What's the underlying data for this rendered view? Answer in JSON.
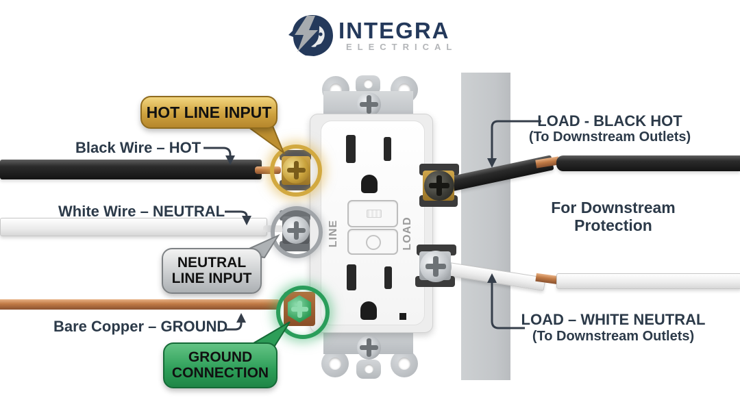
{
  "logo": {
    "title": "INTEGRA",
    "subtitle": "ELECTRICAL"
  },
  "callouts": {
    "hot_line_input": "HOT LINE INPUT",
    "neutral_line_input": [
      "NEUTRAL",
      "LINE INPUT"
    ],
    "ground_connection": [
      "GROUND",
      "CONNECTION"
    ]
  },
  "wire_labels": {
    "black_hot": "Black Wire – HOT",
    "white_neutral": "White Wire – NEUTRAL",
    "bare_copper": "Bare Copper – GROUND"
  },
  "load_labels": {
    "black_hot": "LOAD - BLACK HOT",
    "black_hot_sub": "(To Downstream Outlets)",
    "protection_line1": "For Downstream",
    "protection_line2": "Protection",
    "white_neutral": "LOAD – WHITE NEUTRAL",
    "white_neutral_sub": "(To Downstream Outlets)"
  },
  "outlet": {
    "line": "LINE",
    "load": "LOAD"
  },
  "colors": {
    "navy_text": "#2c3a49",
    "logo_navy": "#24395b",
    "logo_gray": "#b3b5b8",
    "hot_gold": "#cfa23e",
    "neutral_silver": "#acb0b3",
    "ground_green": "#2d9e58",
    "copper": "#c07a45",
    "wire_black": "#2b2b2b",
    "wire_white": "#ededed",
    "wall_gray": "#c3c6c9"
  }
}
